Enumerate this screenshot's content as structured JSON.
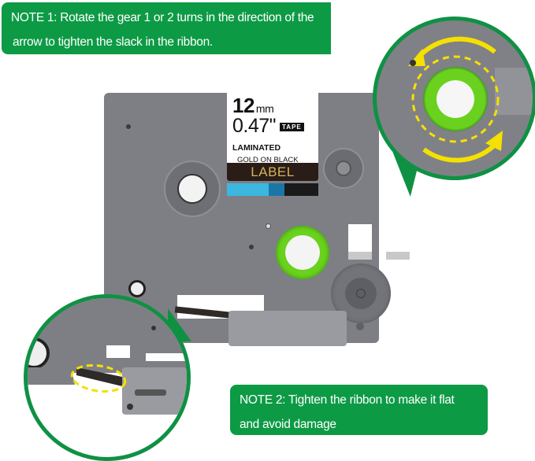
{
  "notes": {
    "note1": {
      "line1": "NOTE 1:  Rotate the gear 1 or 2 turns in the direction of the",
      "line2": "arrow to tighten the slack in the ribbon."
    },
    "note2": {
      "line1": "NOTE 2:  Tighten the ribbon to make it flat",
      "line2": "and avoid damage"
    }
  },
  "label_card": {
    "width_mm": "12",
    "mm_unit": "mm",
    "width_inch": "0.47\"",
    "tape_badge": "TAPE",
    "type": "LAMINATED",
    "color_desc": "GOLD ON BLACK",
    "label_text": "LABEL"
  },
  "colors": {
    "note_green": "#0d9a45",
    "cassette_gray": "#7e7f84",
    "gear_green": "#6ad11e",
    "arrow_yellow": "#f5e100",
    "label_gold": "#d4b45c",
    "label_bg": "#2a1c16",
    "tape_blue": "#3bb7e0"
  },
  "icons": {
    "rotation_arrows": "rotate-arrows-icon",
    "dashed_highlight": "dashed-ellipse-icon"
  }
}
